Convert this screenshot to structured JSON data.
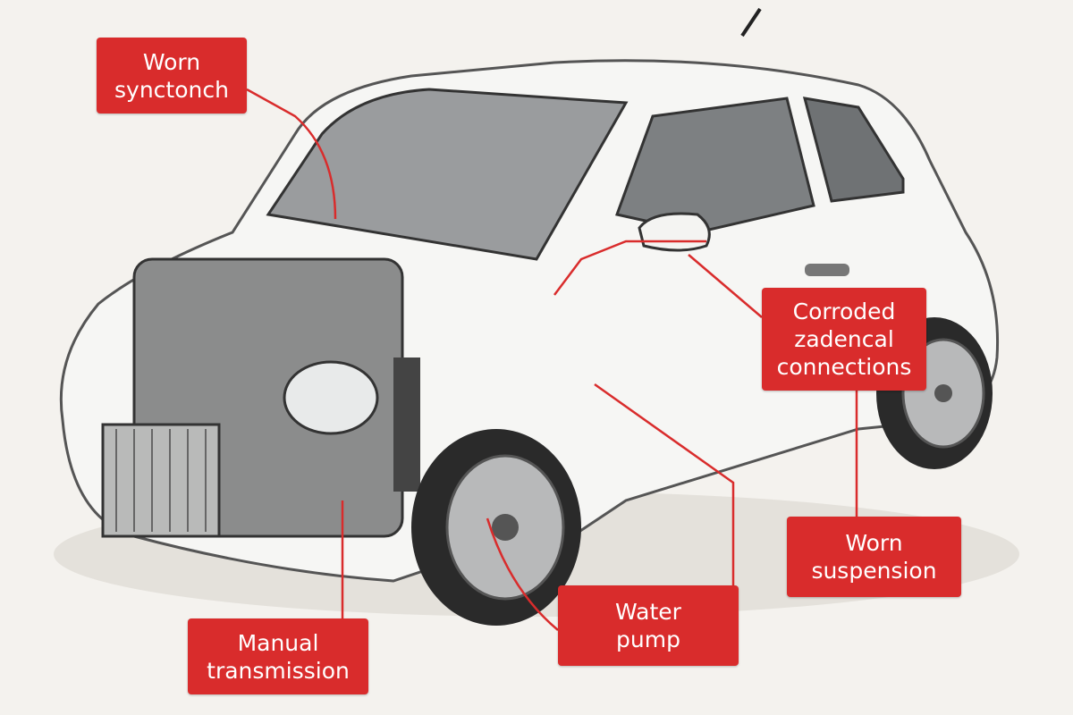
{
  "labels": {
    "synchro": {
      "line1": "Worn",
      "line2": "synctonch"
    },
    "connections": {
      "line1": "Corroded",
      "line2": "zadencal",
      "line3": "connections"
    },
    "suspension": {
      "line1": "Worn",
      "line2": "suspension"
    },
    "water_pump": {
      "line1": "Water",
      "line2": "pump"
    },
    "transmission": {
      "line1": "Manual",
      "line2": "transmission"
    }
  },
  "colors": {
    "label_bg": "#d92c2c",
    "leader_line": "#d92c2c",
    "background": "#f4f2ee"
  }
}
